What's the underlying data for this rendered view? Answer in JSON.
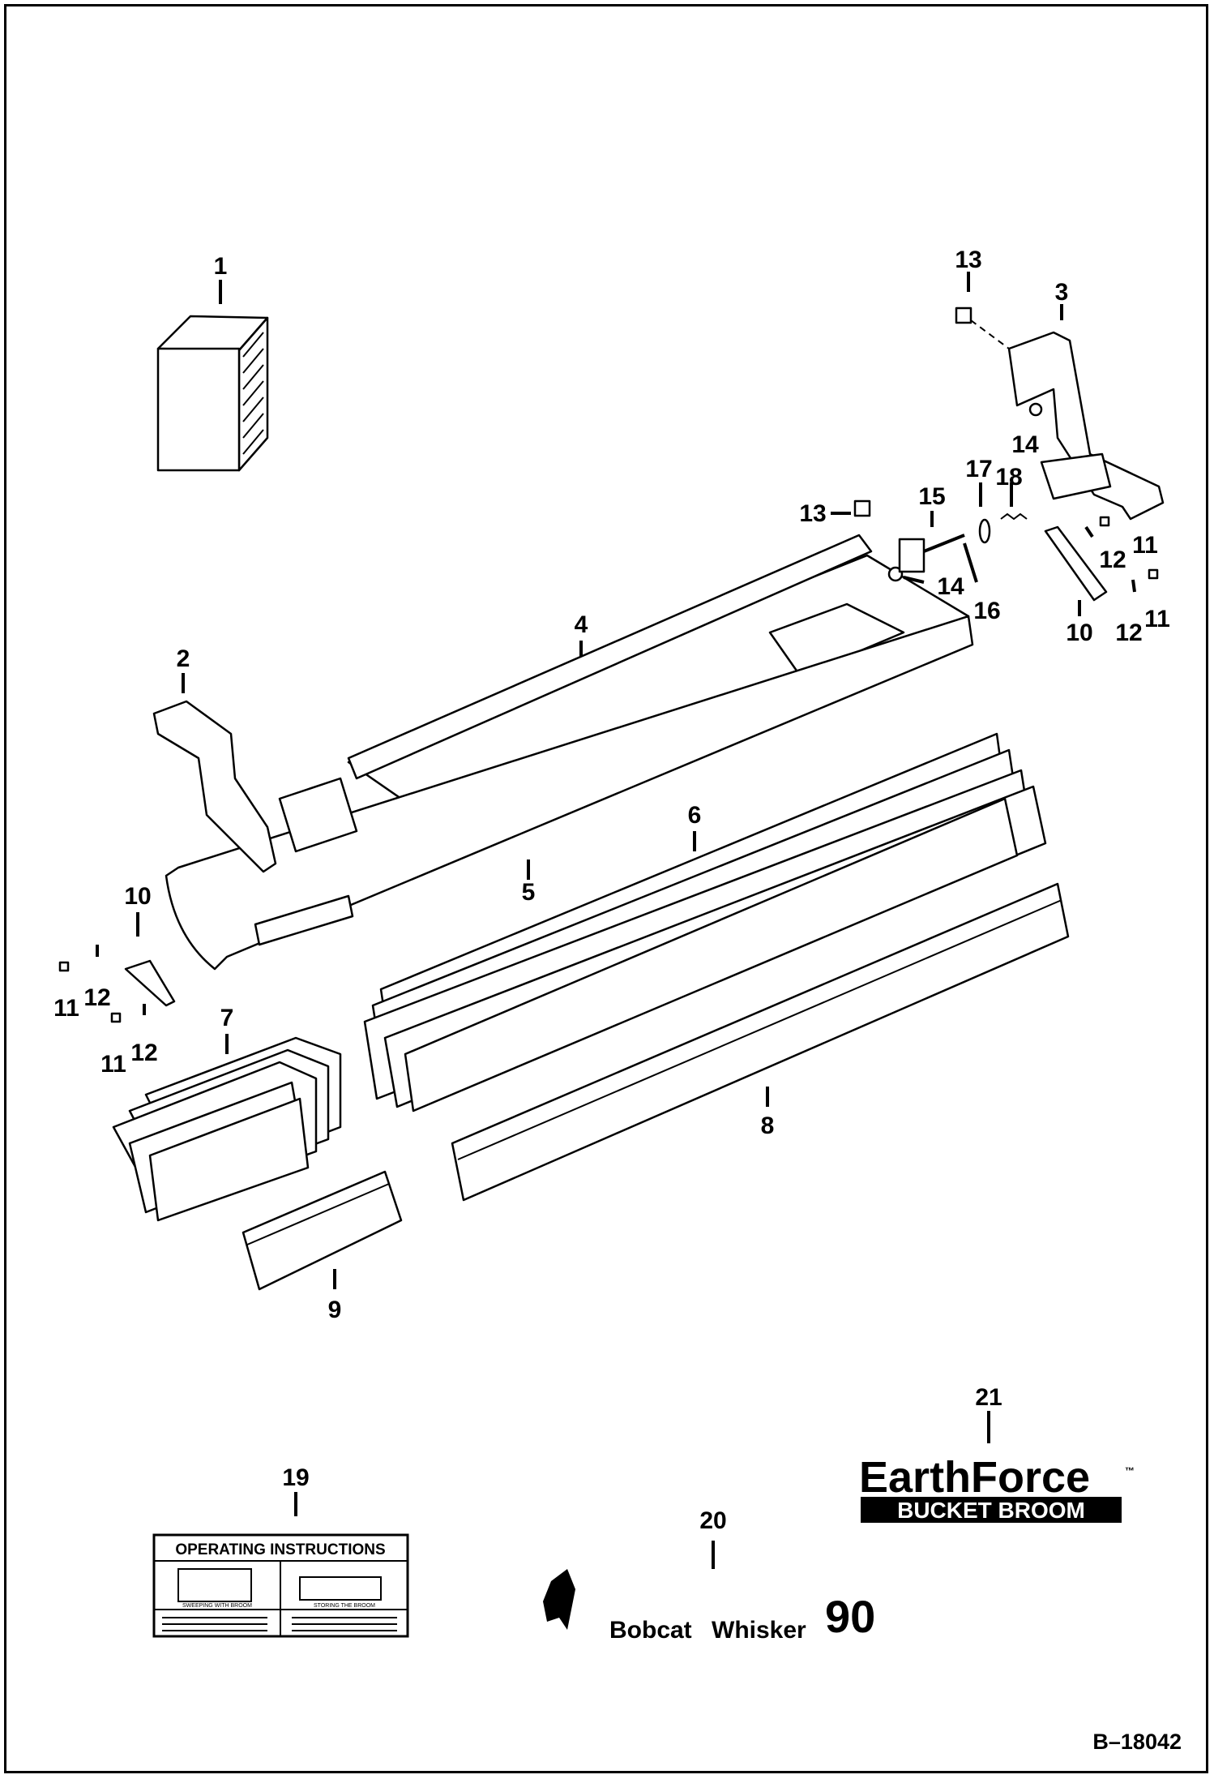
{
  "callouts": [
    "1",
    "2",
    "3",
    "4",
    "5",
    "6",
    "7",
    "8",
    "9",
    "10",
    "10",
    "11",
    "11",
    "11",
    "11",
    "12",
    "12",
    "12",
    "12",
    "13",
    "13",
    "14",
    "14",
    "15",
    "16",
    "17",
    "18",
    "19",
    "20",
    "21"
  ],
  "decal_19": {
    "title": "OPERATING INSTRUCTIONS",
    "left_caption": "SWEEPING WITH BROOM",
    "right_caption": "STORING THE BROOM"
  },
  "decal_20": {
    "brand": "Bobcat",
    "model": "Whisker",
    "number": "90"
  },
  "decal_21": {
    "line1": "EarthForce",
    "tm": "™",
    "line2": "BUCKET BROOM"
  },
  "document_id": "B–18042"
}
